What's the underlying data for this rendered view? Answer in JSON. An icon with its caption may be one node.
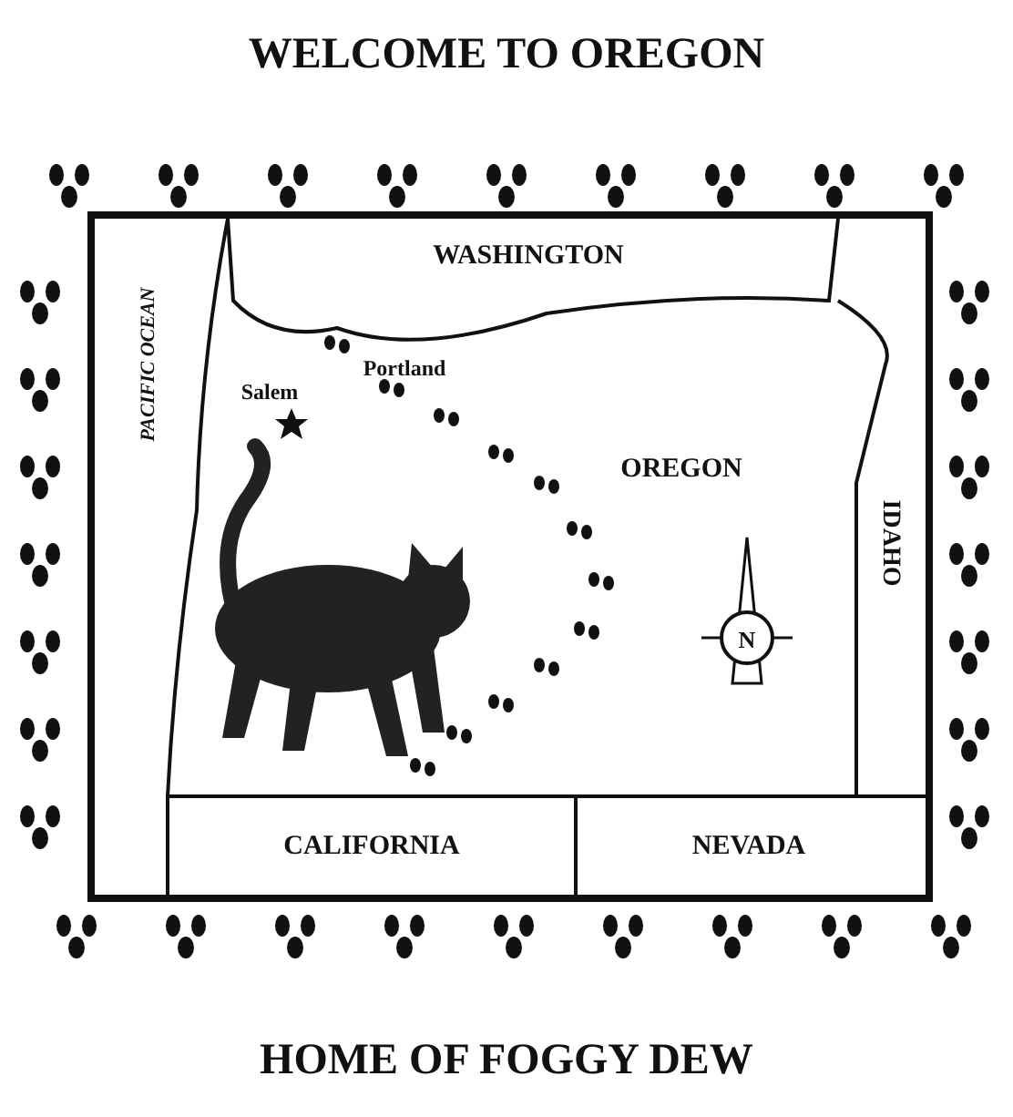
{
  "diagram": {
    "title": "WELCOME TO OREGON",
    "caption": "HOME OF FOGGY DEW",
    "labels": [
      "WASHINGTON",
      "PACIFIC OCEAN",
      "Salem",
      "Portland",
      "OREGON",
      "IDAHO",
      "N",
      "CALIFORNIA",
      "NEVADA"
    ]
  }
}
